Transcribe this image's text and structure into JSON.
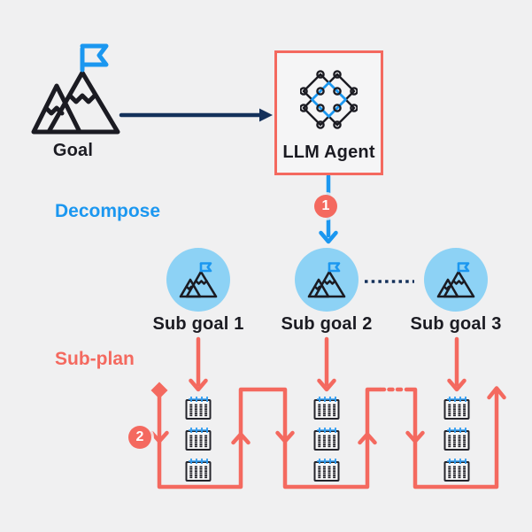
{
  "colors": {
    "salmon": "#F4695F",
    "blue": "#1B97F0",
    "navy": "#14315B",
    "light_blue": "#8DD2F5",
    "dark": "#1B1B22",
    "background": "#F0F0F1"
  },
  "goal": {
    "label": "Goal",
    "icon": "mountain-flag-icon"
  },
  "llm_agent": {
    "label": "LLM Agent",
    "icon": "ai-network-icon"
  },
  "labels": {
    "decompose": "Decompose",
    "subplan": "Sub-plan"
  },
  "step_badges": [
    {
      "number": "1"
    },
    {
      "number": "2"
    }
  ],
  "subgoals": [
    {
      "label": "Sub goal 1",
      "icon": "mountain-flag-icon"
    },
    {
      "label": "Sub goal 2",
      "icon": "mountain-flag-icon"
    },
    {
      "label": "Sub goal 3",
      "icon": "mountain-flag-icon"
    }
  ],
  "subplan_tasks": {
    "columns": 3,
    "tasks_per_column": 3,
    "icon": "calendar-icon"
  }
}
